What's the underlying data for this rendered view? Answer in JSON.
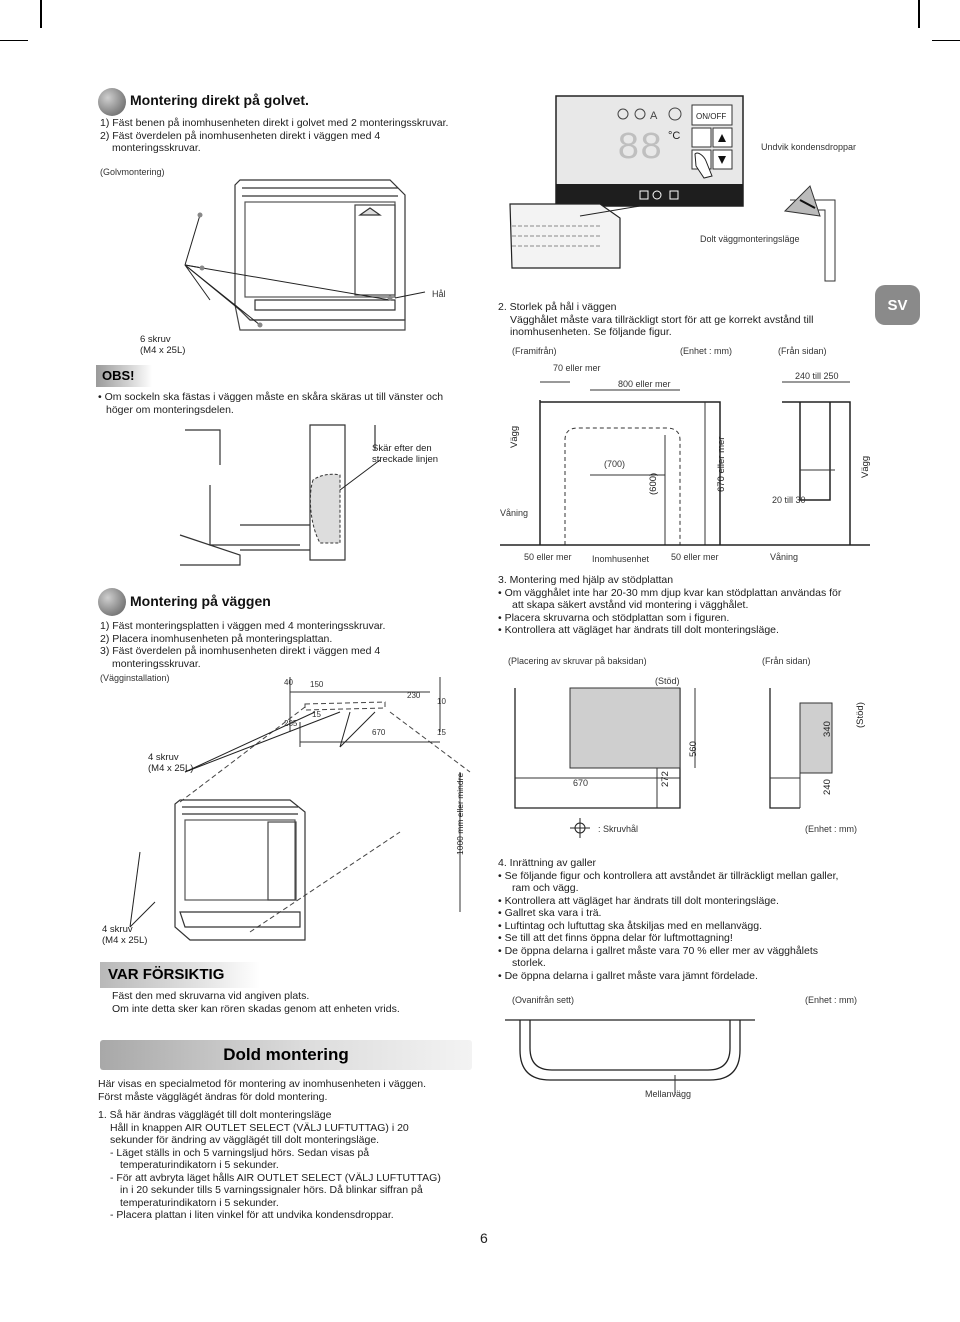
{
  "page": {
    "number": "6",
    "lang_tab": "SV"
  },
  "golv": {
    "heading": "Montering direkt på golvet.",
    "steps": [
      "1) Fäst benen på inomhusenheten direkt i golvet med 2 monteringsskruvar.",
      "2) Fäst överdelen på inomhusenheten direkt i väggen med 4",
      "monteringsskruvar."
    ],
    "caption": "(Golvmontering)",
    "hal_label": "Hål",
    "screw_label": [
      "6 skruv",
      "(M4 x 25L)"
    ]
  },
  "remote": {
    "onoff": "ON/OFF",
    "display": "88",
    "unit": "°C",
    "note": "Undvik kondensdroppar",
    "concealed_label": "Dolt väggmonteringsläge"
  },
  "obs": {
    "label": "OBS!",
    "text": [
      "Om sockeln ska fästas i väggen måste en skåra skäras ut till vänster och",
      "höger om monteringsdelen."
    ],
    "cut_label": [
      "Skär efter den",
      "streckade linjen"
    ]
  },
  "hole": {
    "title": "2. Storlek på hål i väggen",
    "text": [
      "Vägghålet måste vara tillräckligt stort för att ge korrekt avstånd till",
      "inomhusenheten. Se följande figur."
    ],
    "front": "(Framifrån)",
    "unit": "(Enhet : mm)",
    "side": "(Från sidan)",
    "dim_70": "70 eller mer",
    "dim_800": "800 eller mer",
    "dim_240": "240 till 250",
    "wall": "Vägg",
    "floor": "Våning",
    "dim_700": "(700)",
    "dim_600": "(600)",
    "dim_670": "670 eller mer",
    "dim_20": "20 till 30",
    "wall_right": "Vägg",
    "dim_50a": "50 eller mer",
    "indoor": "Inomhusenhet",
    "dim_50b": "50 eller mer",
    "floor_right": "Våning"
  },
  "vagg": {
    "heading": "Montering på väggen",
    "steps": [
      "1) Fäst monteringsplatten i väggen med 4 monteringsskruvar.",
      "2) Placera inomhusenheten på monteringsplattan.",
      "3) Fäst överdelen på inomhusenheten direkt i väggen med 4",
      "monteringsskruvar."
    ],
    "caption": "(Vägginstallation)",
    "dims": [
      "40",
      "150",
      "230",
      "10",
      "285",
      "15",
      "670",
      "15"
    ],
    "min_label": "1000 mm eller mindre",
    "screw_top": [
      "4 skruv",
      "(M4 x 25L)"
    ],
    "screw_bottom": [
      "4 skruv",
      "(M4 x 25L)"
    ]
  },
  "caution": {
    "label": "VAR FÖRSIKTIG",
    "text": [
      "Fäst den med skruvarna vid angiven plats.",
      "Om inte detta sker kan rören skadas genom att enheten vrids."
    ]
  },
  "stod": {
    "title": "3. Montering med hjälp av stödplattan",
    "bullets": [
      [
        "Om vägghålet inte har 20-30 mm djup kvar kan stödplattan användas för",
        "att skapa säkert avstånd vid montering i vägghålet."
      ],
      [
        "Placera skruvarna och stödplattan som i figuren."
      ],
      [
        "Kontrollera att vägläget har ändrats till dolt monteringsläge."
      ]
    ],
    "back_caption": "(Placering av skruvar på baksidan)",
    "side_caption": "(Från sidan)",
    "stod_label": "(Stöd)",
    "stod_vert": "(Stöd)",
    "dim_560": "560",
    "dim_670": "670",
    "dim_272": "272",
    "dim_340": "340",
    "dim_240": "240",
    "screw_hole": ": Skruvhål",
    "unit": "(Enhet : mm)"
  },
  "galler": {
    "title": "4. Inrättning av galler",
    "bullets": [
      [
        "Se följande figur och kontrollera att avståndet är tillräckligt mellan galler,",
        "ram och vägg."
      ],
      [
        "Kontrollera att vägläget har ändrats till dolt monteringsläge."
      ],
      [
        "Gallret ska vara i trä."
      ],
      [
        "Luftintag och luftuttag ska åtskiljas med en mellanvägg."
      ],
      [
        "Se till att det finns öppna delar för luftmottagning!"
      ],
      [
        "De öppna delarna i gallret måste vara 70 % eller mer av vägghålets",
        "storlek."
      ],
      [
        "De öppna delarna i gallret måste vara jämnt fördelade."
      ]
    ],
    "top_caption": "(Ovanifrån sett)",
    "unit": "(Enhet : mm)",
    "partition": "Mellanvägg"
  },
  "dold": {
    "heading": "Dold montering",
    "intro": [
      "Här visas en specialmetod för montering av inomhusenheten i väggen.",
      "Först måste vägglägét ändras för dold montering."
    ],
    "lines": [
      "1. Så här ändras vägglägét till dolt monteringsläge",
      "Håll in knappen AIR OUTLET SELECT (VÄLJ LUFTUTTAG) i 20",
      "sekunder för ändring av vägglägét till dolt monteringsläge.",
      "-  Läget ställs in och 5 varningsljud hörs. Sedan visas på",
      "temperaturindikatorn i 5 sekunder.",
      "-  För att avbryta läget hålls AIR OUTLET SELECT (VÄLJ LUFTUTTAG)",
      "in i 20 sekunder tills 5 varningssignaler hörs. Då blinkar siffran på",
      "temperaturindikatorn i 5 sekunder.",
      "-  Placera plattan i liten vinkel för att undvika kondensdroppar."
    ]
  }
}
